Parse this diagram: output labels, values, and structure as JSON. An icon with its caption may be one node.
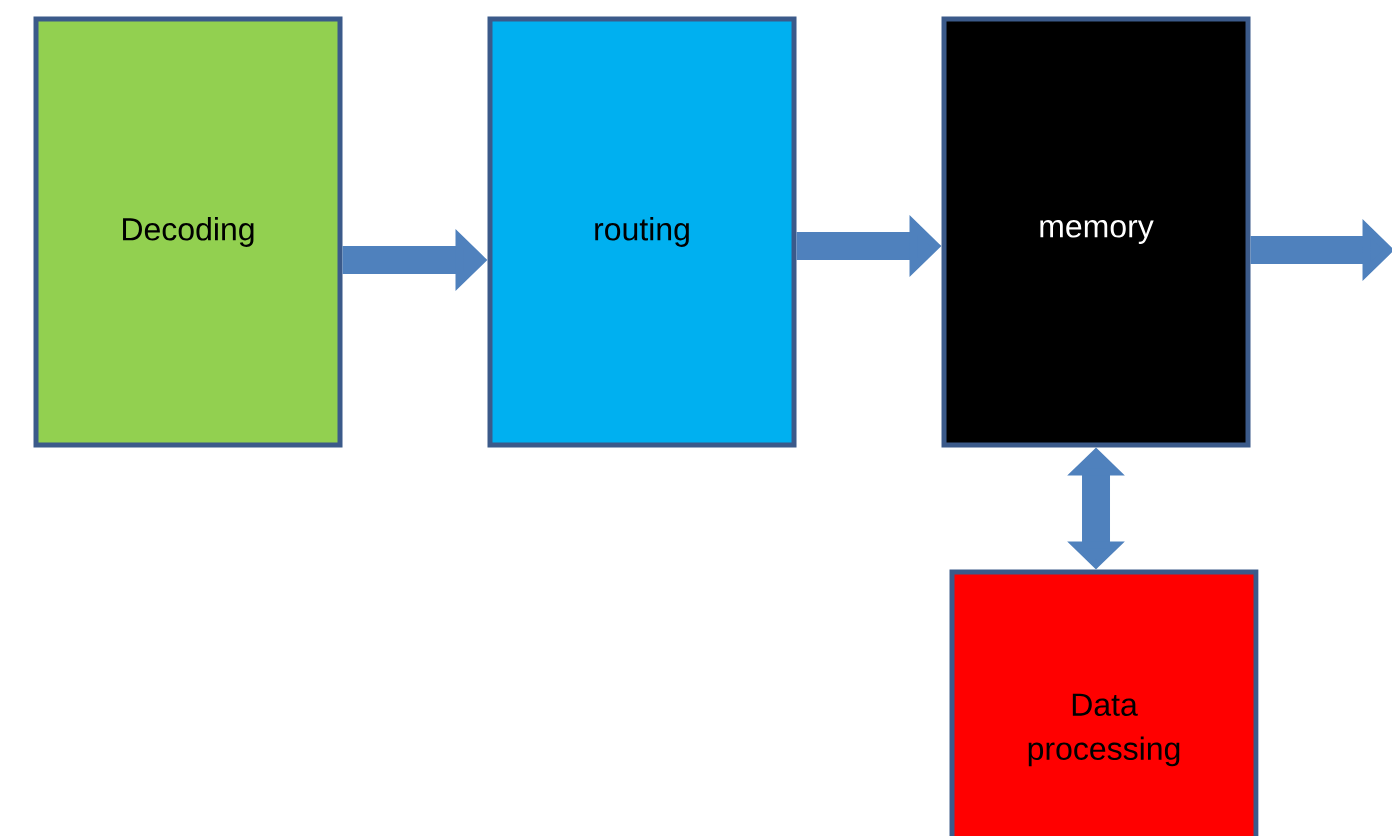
{
  "diagram": {
    "nodes": [
      {
        "text": [
          "Decoding"
        ]
      },
      {
        "text": [
          "routing"
        ]
      },
      {
        "text": [
          "memory"
        ]
      },
      {
        "text": [
          "Data processing"
        ]
      }
    ],
    "edges": [
      {
        "from": 0,
        "to": 1,
        "arrow": "to"
      },
      {
        "from": 1,
        "to": 2,
        "arrow": "to"
      },
      {
        "from": 2,
        "to": null,
        "arrow": "to"
      },
      {
        "from": 2,
        "to": 3,
        "arrow": "both"
      }
    ]
  }
}
